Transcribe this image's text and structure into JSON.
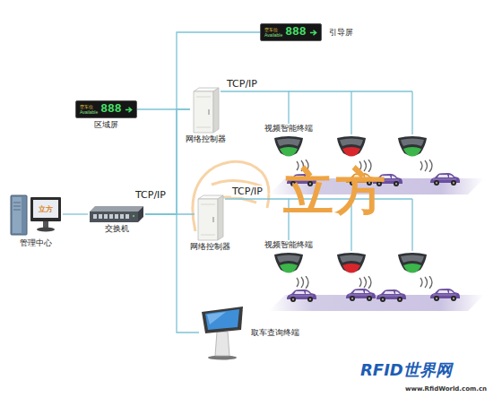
{
  "diagram": {
    "nodes": [
      {
        "text": [
          "空车位",
          "Available",
          "888",
          "引导屏"
        ]
      },
      {
        "text": [
          "空车位",
          "Available",
          "888",
          "区域屏"
        ]
      },
      {
        "text": [
          "网络控制器"
        ]
      },
      {
        "text": [
          "视频智能终端"
        ]
      },
      {
        "text": [
          "立方",
          "管理中心"
        ]
      },
      {
        "text": [
          "交换机"
        ]
      },
      {
        "text": [
          "网络控制器"
        ]
      },
      {
        "text": [
          "视频智能终端"
        ]
      },
      {
        "text": [
          "取车查询终端"
        ]
      }
    ],
    "edges": [
      {
        "from": 4,
        "to": 5,
        "arrow": "none"
      },
      {
        "from": 5,
        "to": 6,
        "label": "TCP/IP",
        "arrow": "none"
      },
      {
        "from": 5,
        "to": 2,
        "arrow": "none"
      },
      {
        "from": 5,
        "to": 0,
        "arrow": "none"
      },
      {
        "from": 2,
        "to": 1,
        "arrow": "none"
      },
      {
        "from": 2,
        "to": 3,
        "label": "TCP/IP",
        "arrow": "none"
      },
      {
        "from": 6,
        "to": 7,
        "label": "TCP/IP",
        "arrow": "none"
      },
      {
        "from": 5,
        "to": 8,
        "arrow": "none"
      }
    ],
    "labels": [
      "立方",
      "RFID世界网",
      "www.RfidWorld.com.cn"
    ]
  }
}
